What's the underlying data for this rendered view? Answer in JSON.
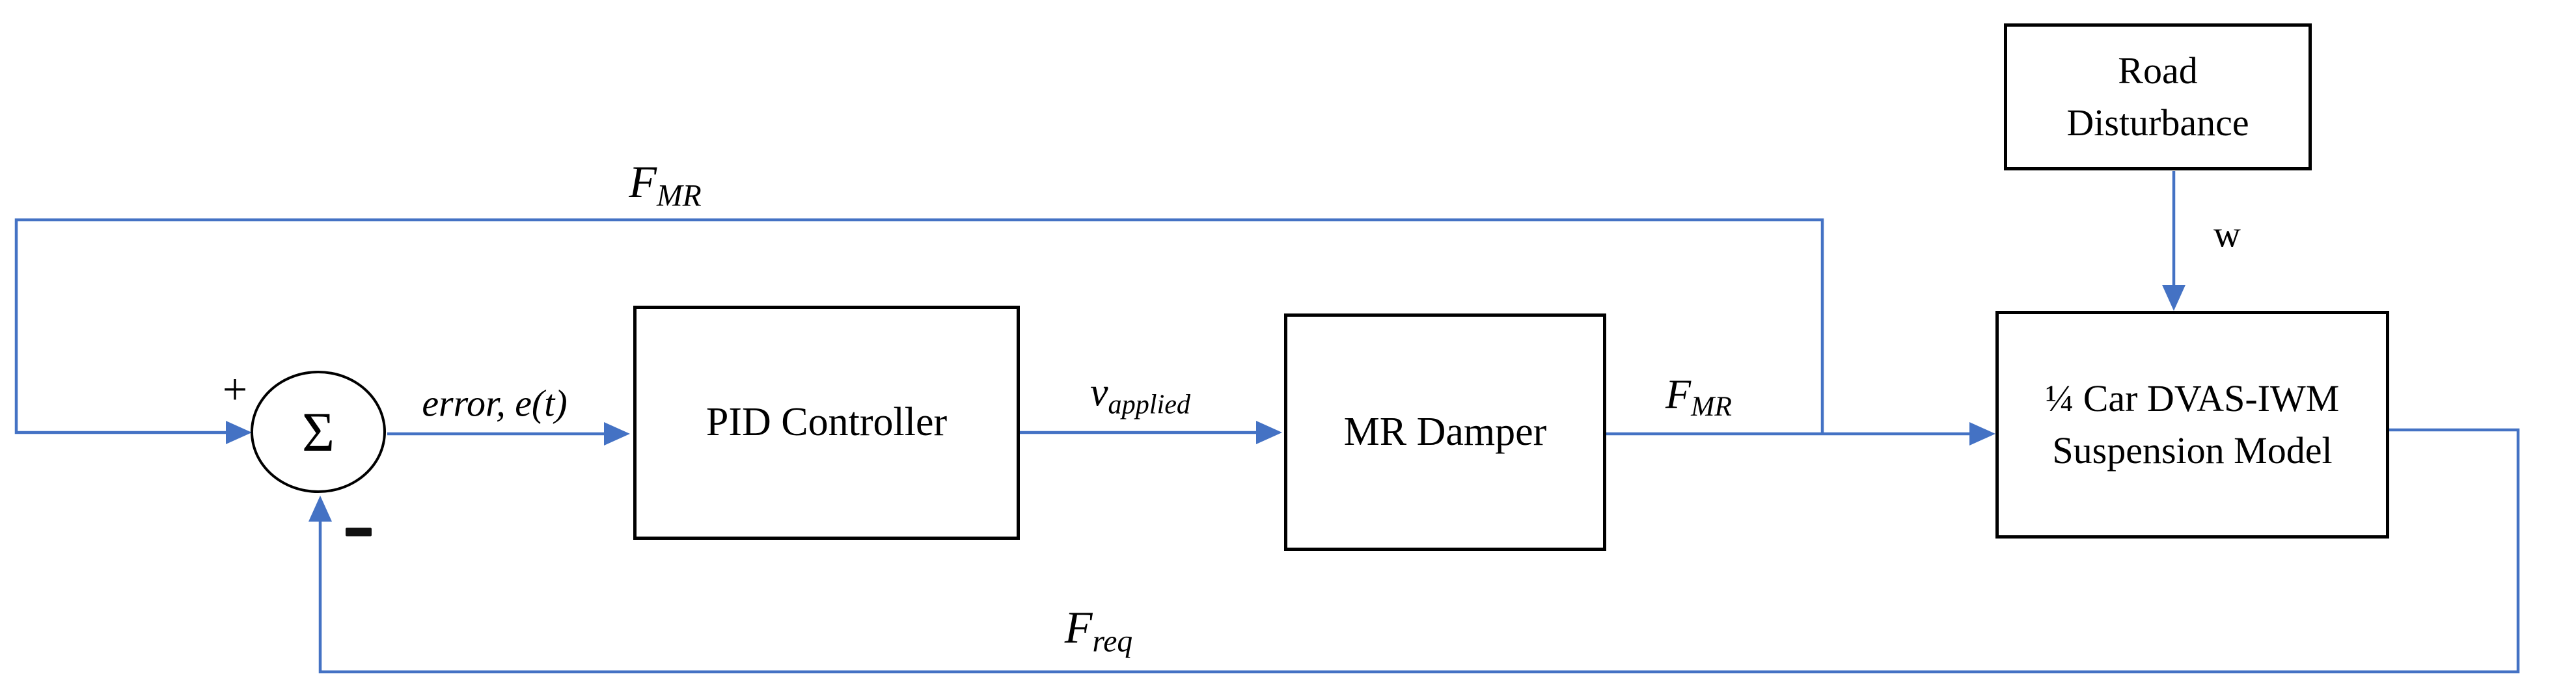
{
  "diagram": {
    "colors": {
      "line_accent": "#4472C4",
      "block_border": "#000000",
      "background": "#FFFFFF"
    },
    "blocks": {
      "summer": {
        "symbol": "Σ",
        "plus_label": "+",
        "minus_label": "−"
      },
      "pid": {
        "label": "PID Controller"
      },
      "mr_damper": {
        "label": "MR Damper"
      },
      "suspension": {
        "label_line1": "¼ Car DVAS-IWM",
        "label_line2": "Suspension Model"
      },
      "road": {
        "label_line1": "Road",
        "label_line2": "Disturbance"
      }
    },
    "signals": {
      "error": {
        "text": "error, e(t)"
      },
      "v_applied": {
        "main": "v",
        "sub": "applied"
      },
      "f_mr_mid": {
        "main": "F",
        "sub": "MR"
      },
      "f_mr_top": {
        "main": "F",
        "sub": "MR"
      },
      "f_req": {
        "main": "F",
        "sub": "req"
      },
      "w": {
        "text": "w"
      }
    }
  }
}
